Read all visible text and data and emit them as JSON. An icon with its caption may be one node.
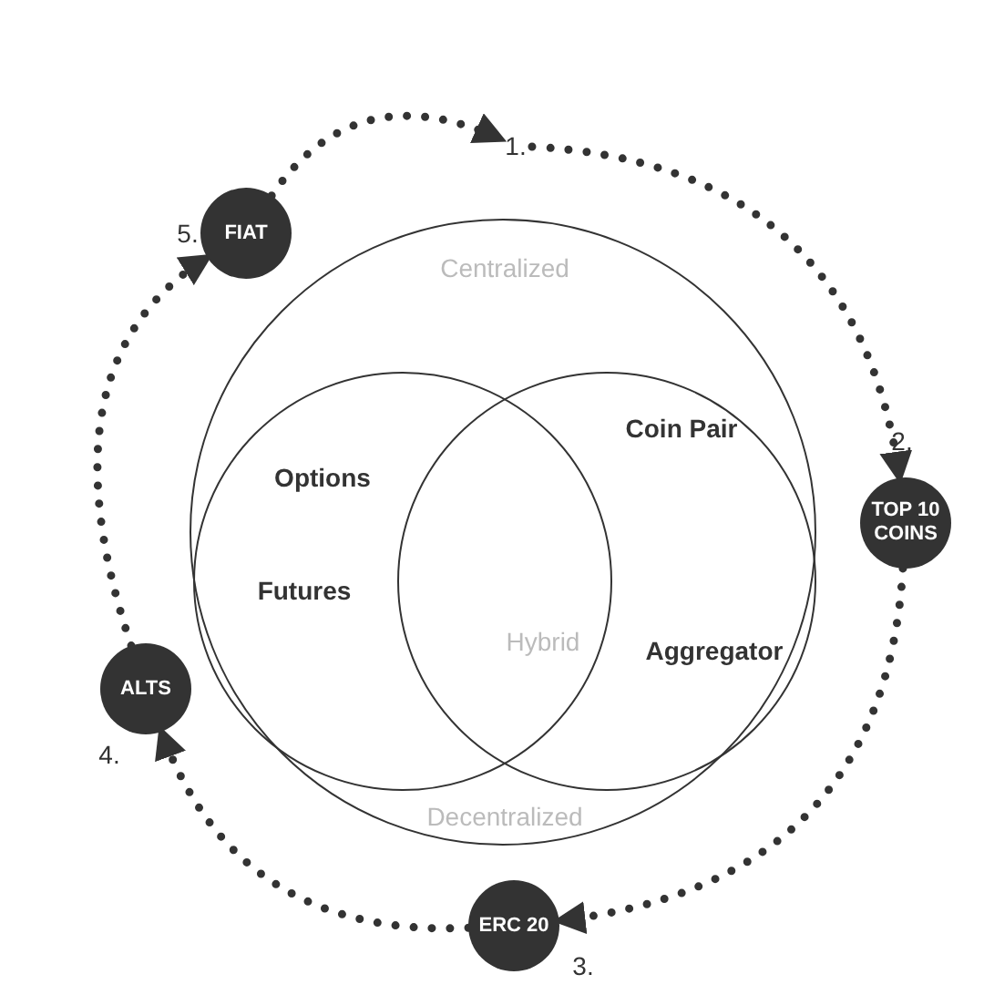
{
  "diagram": {
    "nodes": [
      {
        "text": [
          "Centralized",
          "Decentralized"
        ]
      },
      {
        "text": [
          "Options",
          "Futures"
        ],
        "in": 0
      },
      {
        "text": [
          "Coin Pair",
          "Aggregator"
        ],
        "in": 0
      },
      {
        "text": [
          "1."
        ]
      },
      {
        "text": [
          "FIAT"
        ],
        "beside": [
          "5."
        ]
      },
      {
        "text": [
          "TOP 10 COINS"
        ],
        "beside": [
          "2."
        ]
      },
      {
        "text": [
          "ERC 20"
        ],
        "beside": [
          "3."
        ]
      },
      {
        "text": [
          "ALTS"
        ],
        "beside": [
          "4."
        ]
      }
    ],
    "edges": [
      {
        "from": 4,
        "to": 3,
        "arrow": "to",
        "style": "dashed"
      },
      {
        "from": 3,
        "to": 5,
        "arrow": "to",
        "style": "dashed"
      },
      {
        "from": 5,
        "to": 6,
        "arrow": "to",
        "style": "dashed"
      },
      {
        "from": 6,
        "to": 7,
        "arrow": "to",
        "style": "dashed"
      },
      {
        "from": 7,
        "to": 4,
        "arrow": "to",
        "style": "dashed"
      }
    ],
    "labels": [
      "Hybrid"
    ]
  }
}
